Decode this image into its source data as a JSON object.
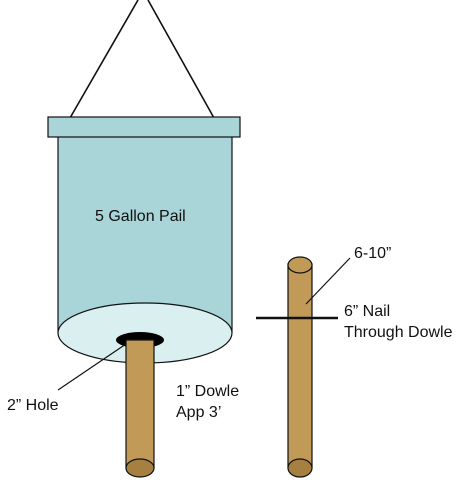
{
  "labels": {
    "pail": "5 Gallon Pail",
    "hole": "2” Hole",
    "dowel_line1": "1” Dowle",
    "dowel_line2": "App 3’",
    "length": "6-10”",
    "nail_line1": "6” Nail",
    "nail_line2": "Through Dowle"
  },
  "colors": {
    "pail_fill": "#a9d4d8",
    "pail_bottom": "#d9eff0",
    "outline": "#111111",
    "dowel": "#c09a56",
    "dowel_end": "#a58040",
    "hole": "#000000",
    "background": "#ffffff"
  }
}
